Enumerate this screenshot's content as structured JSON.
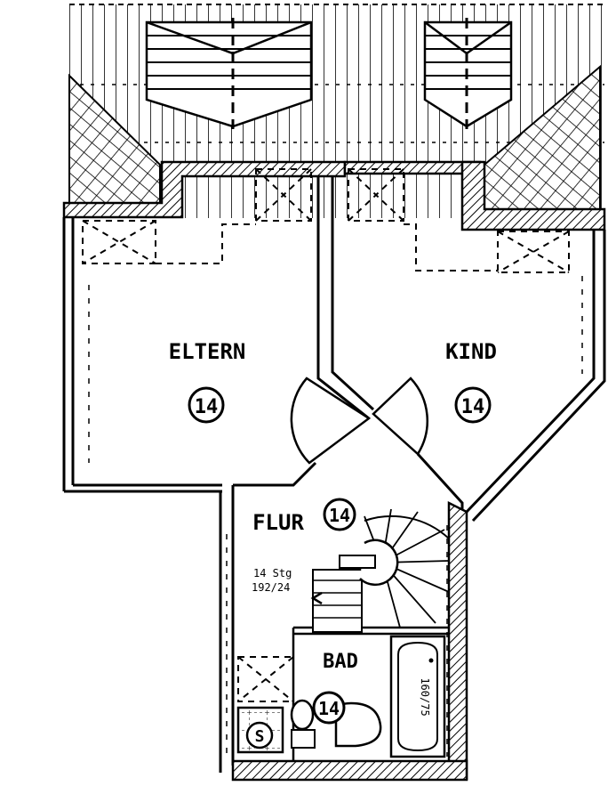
{
  "rooms": {
    "eltern": {
      "name": "ELTERN",
      "number": "14"
    },
    "kind": {
      "name": "KIND",
      "number": "14"
    },
    "flur": {
      "name": "FLUR",
      "number": "14"
    },
    "bad": {
      "name": "BAD",
      "number": "14"
    }
  },
  "stairs": {
    "steps": "14 Stg",
    "rise_run": "192/24"
  },
  "bathtub": {
    "size": "160/75"
  },
  "washer": {
    "symbol": "S"
  }
}
